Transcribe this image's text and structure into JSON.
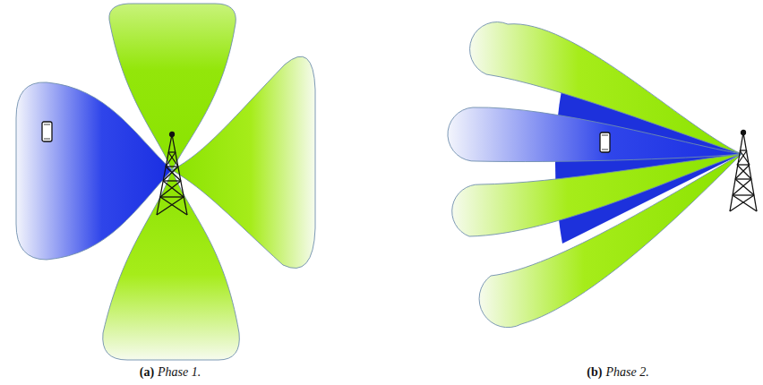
{
  "diagram": {
    "labels": [
      "(a)",
      "Phase 1.",
      "(b)",
      "Phase 2."
    ]
  }
}
